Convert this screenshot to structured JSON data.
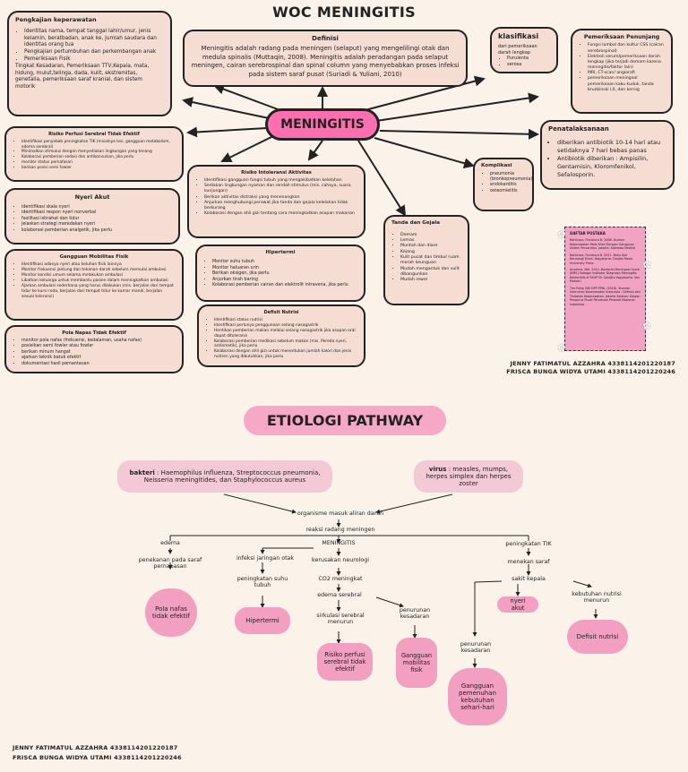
{
  "title": "WOC MENINGITIS",
  "center": "MENINGITIS",
  "definisi": {
    "title": "Definisi",
    "text": "Meningitis adalah radang pada meningen (selaput) yang mengelilingi otak dan medula spinalis (Muttaqin, 2008). Meningitis adalah peradangan pada selaput meningen, cairan serebrospinal dan spinal column yang menyebabkan proses infeksi pada sistem saraf pusat (Suriadi & Yuliani, 2010)"
  },
  "pengkajian": {
    "title": "Pengkajian keperawatan",
    "items": [
      "Identitas nama, tempat tanggal lahir/umur, jenis kelamin, beratbadan, anak ke, jumlah saudara dan identitas orang tua",
      "Pengkajian pertumbuhan dan perkembangan anak",
      "Pemeriksaan Fisik"
    ],
    "extra": "Tingkat Kesadaran, Pemeriksaan TTV,Kepala, mata, hidung, mulut,telinga, dada, kulit, ekstremitas, genetalia, pemeriksaan saraf kranial, dan sistem motorik"
  },
  "klasifikasi": {
    "title": "klasifikasi",
    "text": "dari pemeriksaan darah lengkap",
    "items": [
      "Purulenta",
      "serosa"
    ]
  },
  "penunjang": {
    "title": "Pemeriksaan Penunjang",
    "items": [
      "Fungsi lumbal dan kultur CSS (cairan serebrospinal)",
      "Elektroli serum/pemeriksaan darah lengkap (jika terjadi demam karena meningitis/faktor lain)",
      "MRI, CT-scan/ angiorafi",
      "pemeriksaan meningeal pemeriksaan kaku kuduk, tanda brudzinski I,II, dan kernig"
    ]
  },
  "penatalaksanaan": {
    "title": "Penatalaksanaan",
    "items": [
      "diberikan antibiotik 10-14 hari atau setidaknya 7 hari bebas panas",
      "Antibiotik diberikan : Ampisilin, Gentamisin, Kloromfenikol, Sefalosporin."
    ]
  },
  "komplikasi": {
    "title": "Komplikasi",
    "items": [
      "pneumonia (bronkopneumonia)",
      "endokarditis",
      "osteomielitis"
    ]
  },
  "tanda": {
    "title": "Tanda dan Gejala",
    "items": [
      "Demam",
      "Lemas",
      "Muntah dan diare",
      "Kejang",
      "Kulit pucat dan timbul ruam merah keunguan",
      "Mudah mengantuk dan sulit dibangunkan",
      "Mudah rewel"
    ]
  },
  "perfusi": {
    "title": "Risiko Perfusi Serebral Tidak Efektif",
    "items": [
      "Identifikasi penyebab peningkatan TIK (misalnya lesi, gangguan metabolism, edema serebral)",
      "Minimalkan stimulus dengan menyediakan lingkungan yang tenang",
      "Kolaborasi pemberian sedasi dan antikonvulsan, jika perlu",
      "monitor status pernafasan",
      "berikan posisi semi fowler"
    ]
  },
  "nyeri": {
    "title": "Nyeri Akut",
    "items": [
      "identifikasi skala nyeri",
      "identifikasi respon nyeri nonverbal",
      "fasilitasi istirahat dan tidur",
      "jelaskan strategi meredakan nyeri",
      "kolaborasi pemberian analgetik, jika perlu"
    ]
  },
  "mobilitas": {
    "title": "Gangguan Mobilitas Fisik",
    "items": [
      "Identifikasi adanya nyeri atau keluhan fisik lainnya",
      "Monitor frekuensi jantung dan tekanan darah sebelum memulai ambulasi",
      "Monitor kondisi umum selama melakukan ambulasi",
      "Libatkan keluarga untuk membantu pasien dalam meningkatkan ambulasi",
      "Ajarkan ambulasi sederhana yang harus dilakukan (mis. berjalan dari tempat tidur ke kursi roda, berjalan dari tempat tidur ke kamar mandi, berjalan sesuai toleransi)"
    ]
  },
  "napas": {
    "title": "Pola Napas Tidak Efektif",
    "items": [
      "monitor pola nafas (frekuensi, kedalaman, usaha nafas)",
      "posisikan semi fowler atau fowler",
      "berikan minum hangat",
      "ajarkan teknik batuk efektif",
      "dokumentasi hasil pemantauan"
    ]
  },
  "intoleransi": {
    "title": "Risiko Intoleransi Aktivitas",
    "items": [
      "Identifikasi gangguan fungsi tubuh yang mengakibatkan kelelahan",
      "Sediakan lingkungan nyaman dan rendah stimulus (mis. cahaya, suara, kunjungan)",
      "Berikan aktivitas distraksi yang menenangkan",
      "Anjurkan menghubungi perawat jika tanda dan gejala kelelahan tidak berkurang",
      "Kolaborasi dengan ahli gizi tentang cara meningkatkan asupan makanan"
    ]
  },
  "hipertermi": {
    "title": "Hipertermi",
    "items": [
      "Monitor suhu tubuh",
      "Monitor haluaran urin",
      "Berikan oksigen, jika perlu",
      "Anjurkan tirah baring",
      "Kolaborasi pemberian cairan dan elektrolit intravena, jika perlu"
    ]
  },
  "nutrisi": {
    "title": "Defisit Nutrisi",
    "items": [
      "Identifikasi status nutrisi",
      "Identifikasi perlunya penggunaan selang nasogastrik",
      "Hentikan pemberian makan melalui selang nasogastrik jika asupan oral dapat ditoleransi",
      "Kolaborasi pemberian medikasi sebelum makan (mis. Pereda nyeri, antiemetik), jika perlu",
      "Kolaborasi dengan ahli gizi untuk menentukan jumlah kalori dan jenis nutrien yang dibutuhkan, jika perlu"
    ]
  },
  "pustaka": {
    "title": "DAFTAR PUSTAKA",
    "items": [
      "Batticaca, Fransisca B. 2008. Asuhan Keperawatan Pada Klien Dengan Gangguan Sistem Persarafan. Jakarta: Salemba Medika",
      "Batticaca, Fransisca B. 2011. Buku Ajar Neurologi Klinis. Yogyakarta: Gadjah Mada University Press.",
      "Anyelina, dkk. 2014. Bacterial Meningeal Score (BMS) Sebagai Indikator Diagnosis Meningitis Bakterialis di RSUP Dr. Sardjito Yogyakarta. Sari Pediatri",
      "Tim Pokja SIKI DPP PPNI. (2018). Standar Intervensi Keperawatan Indonesia : Definisi dan Tindakan Keperawatan. Jakarta Selatan: Dewan Pengurus Pusat Persatuan Perawat Nasional Indonesia"
    ]
  },
  "authors": {
    "a1": "JENNY FATIMATUL AZZAHRA 4338114201220187",
    "a2": "FRISCA BUNGA WIDYA UTAMI 4338114201220246"
  },
  "etiologi": {
    "title": "ETIOLOGI PATHWAY",
    "bakteri_label": "bakteri",
    "bakteri_text": ": Haemophilus influenza, Streptococcus pneumonia, Neisseria meningitides, dan Staphylococcus aureus",
    "virus_label": "virus",
    "virus_text": ": measles, mumps, herpes simplex dan herpes zoster",
    "n_organisme": "organisme masuk aliran darah",
    "n_reaksi": "reaksi radang meningen",
    "n_edema": "edema",
    "n_penekanan": "penekanan pada saraf pernapasan",
    "n_pola": "Pola nafas tidak efektif",
    "n_meningitis": "MENINGITIS",
    "n_infeksi": "infeksi jaringan otak",
    "n_peningkatan_suhu": "peningkatan suhu tubuh",
    "n_hipertermi": "Hipertermi",
    "n_kerusakan": "kerusakan neurologi",
    "n_co2": "CO2 meningkat",
    "n_edema_serebral": "edema serebral",
    "n_sirkulasi": "sirkulasi serebral menurun",
    "n_perfusi": "Risiko perfusi serebral tidak efektif",
    "n_penurunan_kes1": "penurunan kesadaran",
    "n_mobilitas": "Gangguan mobilitas fisik",
    "n_tik": "peningkatan TIK",
    "n_menekan": "menekan saraf",
    "n_sakit": "sakit kepala",
    "n_nyeri": "nyeri akut",
    "n_kebutuhan": "kebutuhan nutrisi menurun",
    "n_defisit": "Defisit nutrisi",
    "n_penurunan_kes2": "penurunan kesadaran",
    "n_gangguan_pemenuhan": "Gangguan pemenuhan kebutuhan sehari-hari"
  }
}
